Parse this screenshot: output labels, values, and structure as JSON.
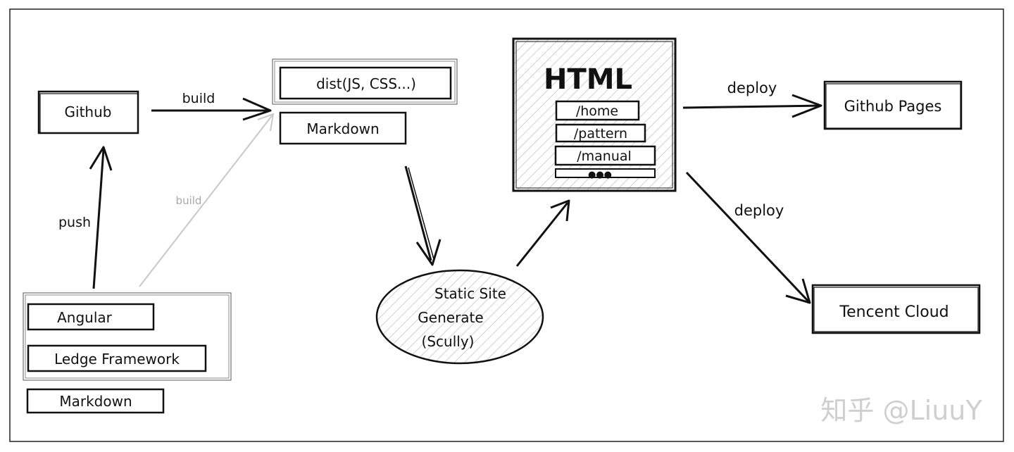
{
  "colors": {
    "ink": "#111111",
    "faint": "#c8c8c8",
    "hatch": "#bdbdbd",
    "watermark": "#cfcfcf",
    "background": "#ffffff"
  },
  "nodes": {
    "github": "Github",
    "dist": "dist(JS, CSS...)",
    "markdown_build": "Markdown",
    "html_title": "HTML",
    "route_home": "/home",
    "route_pattern": "/pattern",
    "route_manual": "/manual",
    "route_more": "●●●",
    "github_pages": "Github Pages",
    "ssg_line1": "Static Site",
    "ssg_line2": "Generate",
    "ssg_line3": "(Scully)",
    "tencent_cloud": "Tencent Cloud",
    "angular": "Angular",
    "ledge_framework": "Ledge Framework",
    "markdown_source": "Markdown"
  },
  "edges": {
    "build": "build",
    "build_faint": "build",
    "push": "push",
    "deploy_pages": "deploy",
    "deploy_tencent": "deploy"
  },
  "watermark": "知乎 @LiuuY"
}
